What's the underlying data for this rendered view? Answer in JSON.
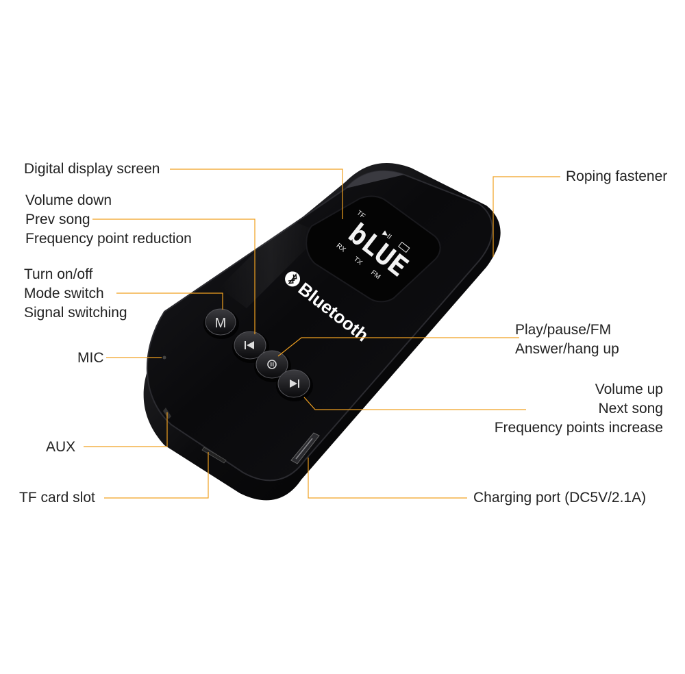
{
  "colors": {
    "leader_line": "#f0a020",
    "device_body": "#0c0c0e",
    "screen_bg": "#050505",
    "screen_text": "#f2f2f2",
    "label_text": "#222222"
  },
  "device": {
    "logo_text": "Bluetooth",
    "logo_icon": "bluetooth-icon",
    "screen": {
      "main_text": "bLUE",
      "tf_indicator": "TF",
      "play_indicator": "▶II",
      "battery_icon": "battery-icon",
      "mode_indicators": [
        "RX",
        "TX",
        "FM"
      ]
    },
    "buttons": {
      "mode_label": "M",
      "prev_icon": "prev-icon",
      "play_icon": "play-pause-icon",
      "next_icon": "next-icon"
    }
  },
  "callouts": {
    "digital_display": {
      "lines": [
        "Digital display screen"
      ]
    },
    "volume_down": {
      "lines": [
        "Volume down",
        "Prev song",
        "Frequency point reduction"
      ]
    },
    "turn_on_off": {
      "lines": [
        "Turn on/off",
        "Mode switch",
        "Signal switching"
      ]
    },
    "mic": {
      "lines": [
        "MIC"
      ]
    },
    "aux": {
      "lines": [
        "AUX"
      ]
    },
    "tf_card": {
      "lines": [
        "TF card slot"
      ]
    },
    "roping": {
      "lines": [
        "Roping fastener"
      ]
    },
    "play_pause": {
      "lines": [
        "Play/pause/FM",
        "Answer/hang up"
      ]
    },
    "volume_up": {
      "lines": [
        "Volume up",
        "Next song",
        "Frequency points increase"
      ]
    },
    "charging": {
      "lines": [
        "Charging port (DC5V/2.1A)"
      ]
    }
  }
}
